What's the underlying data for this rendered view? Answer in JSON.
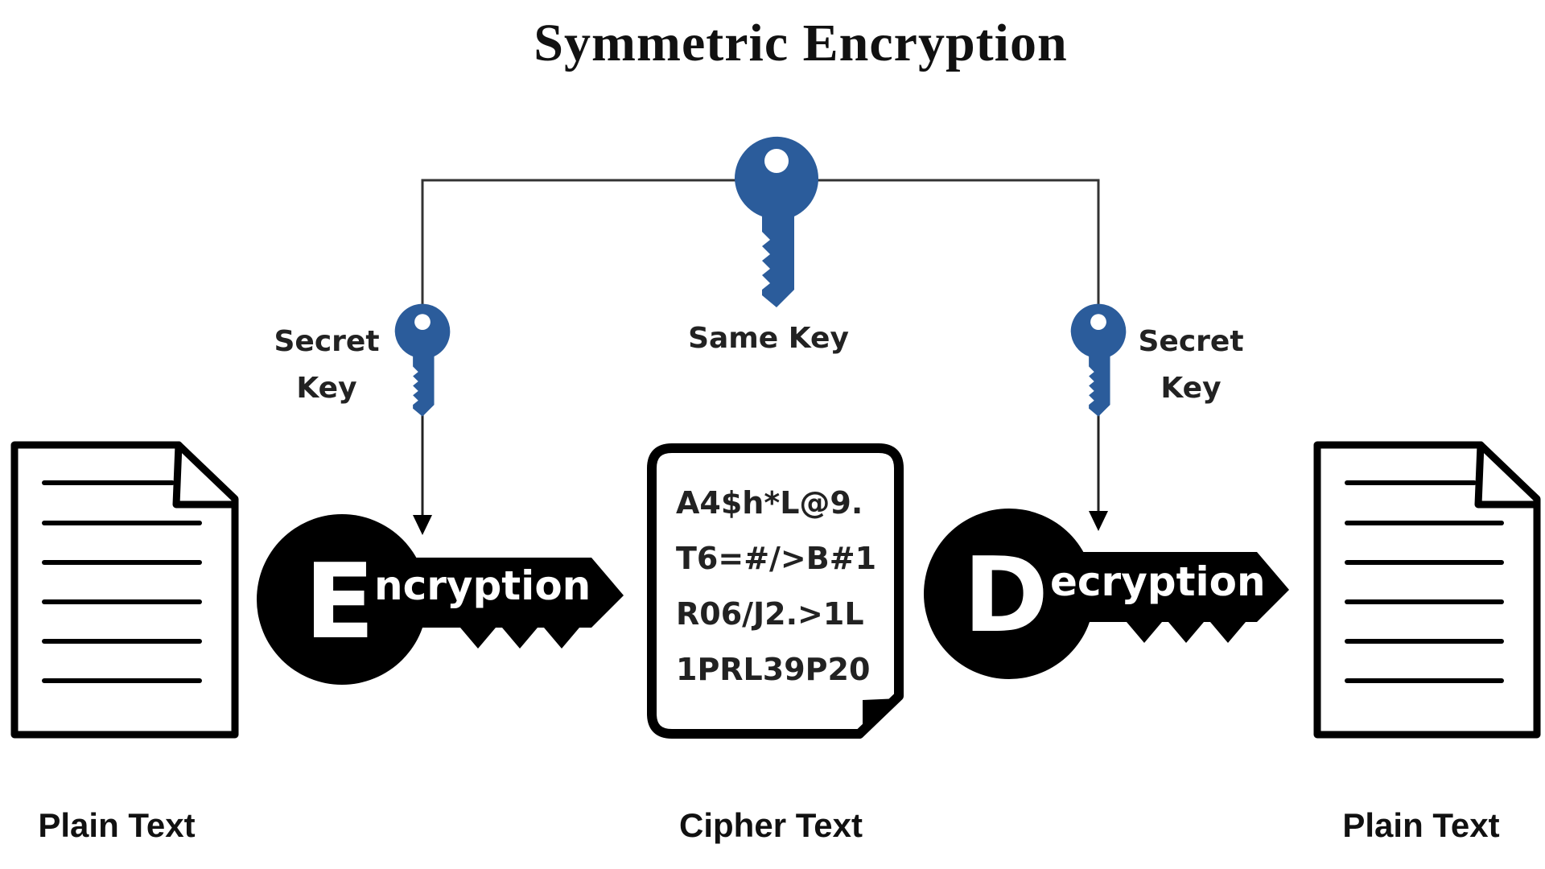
{
  "title": "Symmetric Encryption",
  "colors": {
    "key_blue": "#2b5c9b",
    "ink": "#000000",
    "background": "#ffffff"
  },
  "shared_key": {
    "label": "Same Key",
    "icon": "key-icon"
  },
  "left_key": {
    "label_line1": "Secret",
    "label_line2": "Key",
    "icon": "key-icon"
  },
  "right_key": {
    "label_line1": "Secret",
    "label_line2": "Key",
    "icon": "key-icon"
  },
  "encryption": {
    "initial": "E",
    "rest": "ncryption",
    "icon": "key-shape-icon"
  },
  "decryption": {
    "initial": "D",
    "rest": "ecryption",
    "icon": "key-shape-icon"
  },
  "input_document": {
    "label": "Plain Text",
    "icon": "document-icon"
  },
  "cipher_document": {
    "label": "Cipher Text",
    "lines": [
      "A4$h*L@9.",
      "T6=#/>B#1",
      "R06/J2.>1L",
      "1PRL39P20"
    ]
  },
  "output_document": {
    "label": "Plain Text",
    "icon": "document-icon"
  }
}
